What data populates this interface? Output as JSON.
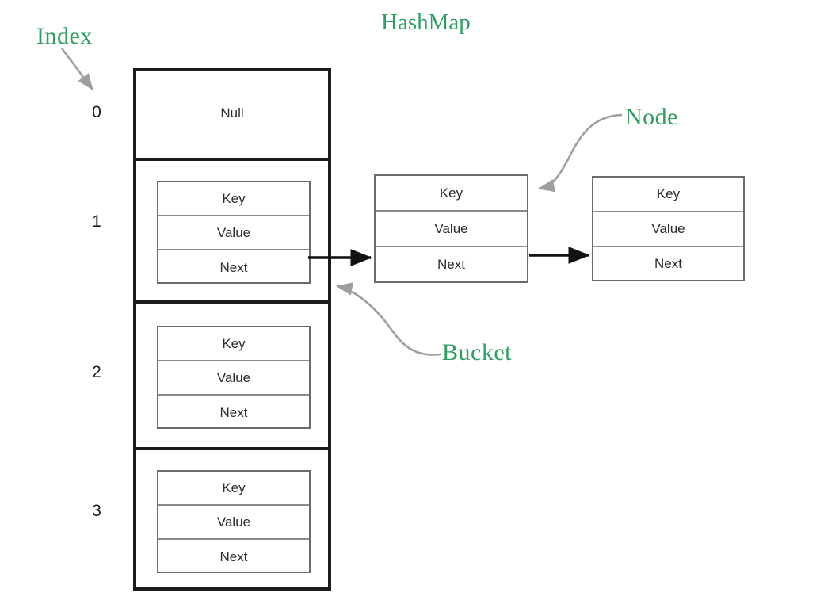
{
  "diagram": {
    "title": "HashMap",
    "background": "#ffffff",
    "accent_green": "#2e9e63",
    "line_black": "#1c1c1c",
    "line_gray": "#9e9e9e",
    "node_border": "#6b6b6b"
  },
  "annotations": [
    {
      "id": "index",
      "label": "Index",
      "arrow": "gray-straight-arrow-down-right"
    },
    {
      "id": "node",
      "label": "Node",
      "arrow": "gray-curved-arrow-down-left"
    },
    {
      "id": "bucket",
      "label": "Bucket",
      "arrow": "gray-curved-arrow-up-left"
    }
  ],
  "index_column": {
    "name": "Index",
    "values": [
      "0",
      "1",
      "2",
      "3"
    ]
  },
  "table": {
    "name": "bucket-array",
    "rows": [
      {
        "index": "0",
        "empty_label": "Null",
        "node": null
      },
      {
        "index": "1",
        "empty_label": "",
        "node": {
          "fields": [
            "Key",
            "Value",
            "Next"
          ]
        }
      },
      {
        "index": "2",
        "empty_label": "",
        "node": {
          "fields": [
            "Key",
            "Value",
            "Next"
          ]
        }
      },
      {
        "index": "3",
        "empty_label": "",
        "node": {
          "fields": [
            "Key",
            "Value",
            "Next"
          ]
        }
      }
    ]
  },
  "chain_nodes": [
    {
      "id": "chain-node-1",
      "fields": [
        "Key",
        "Value",
        "Next"
      ]
    },
    {
      "id": "chain-node-2",
      "fields": [
        "Key",
        "Value",
        "Next"
      ]
    }
  ],
  "links": [
    {
      "from": "bucket-1-node-next",
      "to": "chain-node-1",
      "style": "black-arrow"
    },
    {
      "from": "chain-node-1-next",
      "to": "chain-node-2",
      "style": "black-arrow"
    }
  ]
}
